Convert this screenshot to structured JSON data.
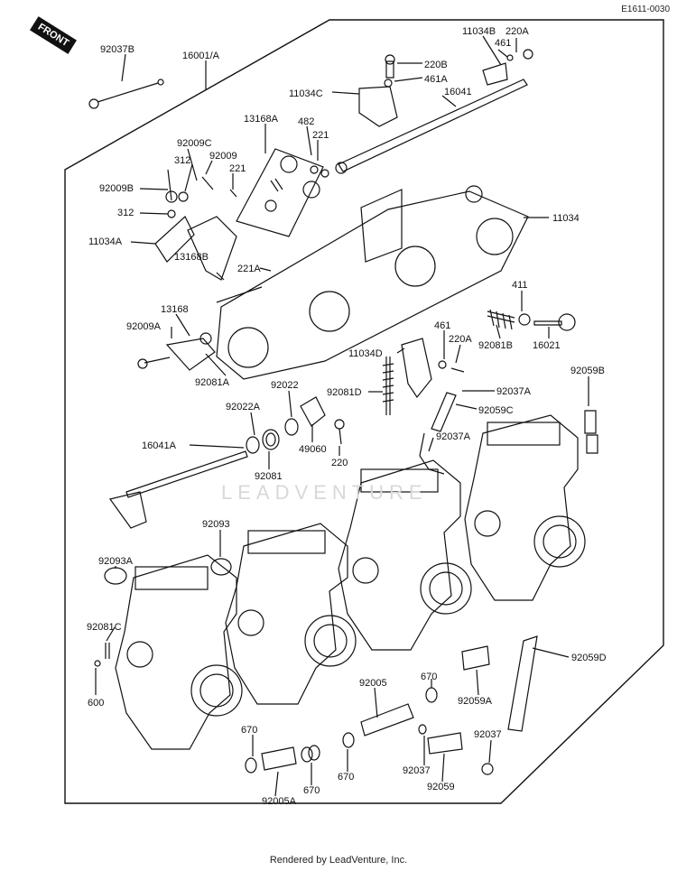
{
  "diagram_code": "E1611-0030",
  "front_label": "FRONT",
  "watermark": "LEADVENTURE",
  "credit": "Rendered by LeadVenture, Inc.",
  "parts": [
    {
      "id": "92037B",
      "num": "92037B"
    },
    {
      "id": "16001A",
      "num": "16001/A"
    },
    {
      "id": "11034B",
      "num": "11034B"
    },
    {
      "id": "220A-top",
      "num": "220A"
    },
    {
      "id": "461-top",
      "num": "461"
    },
    {
      "id": "220B",
      "num": "220B"
    },
    {
      "id": "461A-top",
      "num": "461A"
    },
    {
      "id": "16041",
      "num": "16041"
    },
    {
      "id": "11034C",
      "num": "11034C"
    },
    {
      "id": "13168A",
      "num": "13168A"
    },
    {
      "id": "482",
      "num": "482"
    },
    {
      "id": "221-top",
      "num": "221"
    },
    {
      "id": "92009C",
      "num": "92009C"
    },
    {
      "id": "312-a",
      "num": "312"
    },
    {
      "id": "92009",
      "num": "92009"
    },
    {
      "id": "221-mid",
      "num": "221"
    },
    {
      "id": "92009B",
      "num": "92009B"
    },
    {
      "id": "312-b",
      "num": "312"
    },
    {
      "id": "11034",
      "num": "11034"
    },
    {
      "id": "11034A",
      "num": "11034A"
    },
    {
      "id": "13168B",
      "num": "13168B"
    },
    {
      "id": "221A",
      "num": "221A"
    },
    {
      "id": "411",
      "num": "411"
    },
    {
      "id": "13168",
      "num": "13168"
    },
    {
      "id": "461-mid",
      "num": "461"
    },
    {
      "id": "220A-mid",
      "num": "220A"
    },
    {
      "id": "92009A",
      "num": "92009A"
    },
    {
      "id": "92081B",
      "num": "92081B"
    },
    {
      "id": "16021",
      "num": "16021"
    },
    {
      "id": "11034D",
      "num": "11034D"
    },
    {
      "id": "92081A",
      "num": "92081A"
    },
    {
      "id": "92059B",
      "num": "92059B"
    },
    {
      "id": "92022",
      "num": "92022"
    },
    {
      "id": "92037A-a",
      "num": "92037A"
    },
    {
      "id": "92022A",
      "num": "92022A"
    },
    {
      "id": "92081D",
      "num": "92081D"
    },
    {
      "id": "92059C",
      "num": "92059C"
    },
    {
      "id": "92037A-b",
      "num": "92037A"
    },
    {
      "id": "16041A",
      "num": "16041A"
    },
    {
      "id": "49060",
      "num": "49060"
    },
    {
      "id": "220",
      "num": "220"
    },
    {
      "id": "92081",
      "num": "92081"
    },
    {
      "id": "92093",
      "num": "92093"
    },
    {
      "id": "92093A",
      "num": "92093A"
    },
    {
      "id": "92081C",
      "num": "92081C"
    },
    {
      "id": "92059D",
      "num": "92059D"
    },
    {
      "id": "600",
      "num": "600"
    },
    {
      "id": "92005",
      "num": "92005"
    },
    {
      "id": "670-a",
      "num": "670"
    },
    {
      "id": "92059A",
      "num": "92059A"
    },
    {
      "id": "670-b",
      "num": "670"
    },
    {
      "id": "92037",
      "num": "92037"
    },
    {
      "id": "670-c",
      "num": "670"
    },
    {
      "id": "92037-b",
      "num": "92037"
    },
    {
      "id": "92059",
      "num": "92059"
    },
    {
      "id": "92005A",
      "num": "92005A"
    },
    {
      "id": "670-d",
      "num": "670"
    }
  ]
}
